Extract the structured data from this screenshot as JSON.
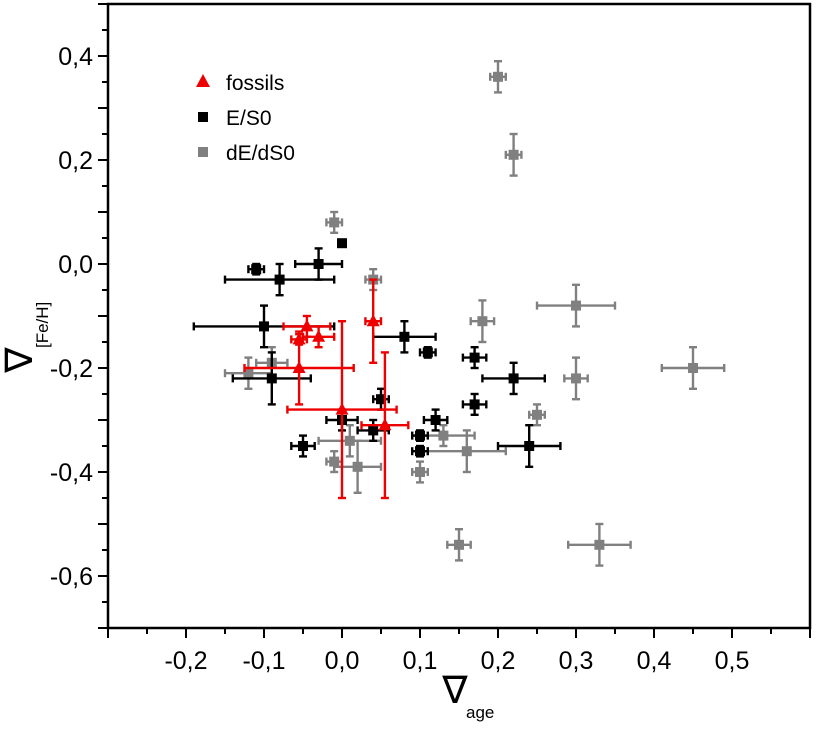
{
  "chart_data": {
    "type": "scatter",
    "title": "",
    "xlabel": {
      "symbol": "∇",
      "subscript": "age"
    },
    "ylabel": {
      "symbol": "∇",
      "subscript": "[Fe/H]"
    },
    "xlim": [
      -0.3,
      0.6
    ],
    "ylim": [
      -0.7,
      0.5
    ],
    "x_ticks": [
      -0.2,
      -0.1,
      0.0,
      0.1,
      0.2,
      0.3,
      0.4,
      0.5
    ],
    "x_tick_labels": [
      "-0,2",
      "-0,1",
      "0,0",
      "0,1",
      "0,2",
      "0,3",
      "0,4",
      "0,5"
    ],
    "y_ticks": [
      0.4,
      0.2,
      0.0,
      -0.2,
      -0.4,
      -0.6
    ],
    "y_tick_labels": [
      "0,4",
      "0,2",
      "0,0",
      "-0,2",
      "-0,4",
      "-0,6"
    ],
    "grid": false,
    "legend_position": "top-left",
    "series": [
      {
        "name": "dE/dS0",
        "marker": "square",
        "color": "#808080",
        "points": [
          {
            "x": 0.2,
            "y": 0.36,
            "xerr": 0.01,
            "yerr": 0.03
          },
          {
            "x": 0.22,
            "y": 0.21,
            "xerr": 0.01,
            "yerr": 0.04
          },
          {
            "x": -0.01,
            "y": 0.08,
            "xerr": 0.01,
            "yerr": 0.02
          },
          {
            "x": 0.04,
            "y": -0.03,
            "xerr": 0.01,
            "yerr": 0.02
          },
          {
            "x": 0.18,
            "y": -0.11,
            "xerr": 0.015,
            "yerr": 0.04
          },
          {
            "x": 0.3,
            "y": -0.08,
            "xerr": 0.05,
            "yerr": 0.04
          },
          {
            "x": -0.09,
            "y": -0.19,
            "xerr": 0.02,
            "yerr": 0.03
          },
          {
            "x": -0.12,
            "y": -0.21,
            "xerr": 0.03,
            "yerr": 0.03
          },
          {
            "x": 0.3,
            "y": -0.22,
            "xerr": 0.015,
            "yerr": 0.04
          },
          {
            "x": 0.45,
            "y": -0.2,
            "xerr": 0.04,
            "yerr": 0.04
          },
          {
            "x": 0.25,
            "y": -0.29,
            "xerr": 0.01,
            "yerr": 0.02
          },
          {
            "x": 0.13,
            "y": -0.33,
            "xerr": 0.04,
            "yerr": 0.02
          },
          {
            "x": 0.01,
            "y": -0.34,
            "xerr": 0.04,
            "yerr": 0.03
          },
          {
            "x": 0.16,
            "y": -0.36,
            "xerr": 0.05,
            "yerr": 0.04
          },
          {
            "x": -0.01,
            "y": -0.38,
            "xerr": 0.01,
            "yerr": 0.02
          },
          {
            "x": 0.02,
            "y": -0.39,
            "xerr": 0.03,
            "yerr": 0.05
          },
          {
            "x": 0.1,
            "y": -0.4,
            "xerr": 0.01,
            "yerr": 0.02
          },
          {
            "x": 0.15,
            "y": -0.54,
            "xerr": 0.015,
            "yerr": 0.03
          },
          {
            "x": 0.33,
            "y": -0.54,
            "xerr": 0.04,
            "yerr": 0.04
          }
        ]
      },
      {
        "name": "E/S0",
        "marker": "square",
        "color": "#000000",
        "points": [
          {
            "x": -0.11,
            "y": -0.01,
            "xerr": 0.01,
            "yerr": 0.01
          },
          {
            "x": -0.03,
            "y": 0.0,
            "xerr": 0.03,
            "yerr": 0.03
          },
          {
            "x": 0.0,
            "y": 0.04,
            "xerr": 0.0,
            "yerr": 0.0
          },
          {
            "x": -0.08,
            "y": -0.03,
            "xerr": 0.07,
            "yerr": 0.03
          },
          {
            "x": -0.1,
            "y": -0.12,
            "xerr": 0.09,
            "yerr": 0.04
          },
          {
            "x": 0.08,
            "y": -0.14,
            "xerr": 0.04,
            "yerr": 0.03
          },
          {
            "x": 0.11,
            "y": -0.17,
            "xerr": 0.01,
            "yerr": 0.01
          },
          {
            "x": 0.17,
            "y": -0.18,
            "xerr": 0.015,
            "yerr": 0.02
          },
          {
            "x": 0.22,
            "y": -0.22,
            "xerr": 0.04,
            "yerr": 0.03
          },
          {
            "x": -0.09,
            "y": -0.22,
            "xerr": 0.05,
            "yerr": 0.05
          },
          {
            "x": 0.05,
            "y": -0.26,
            "xerr": 0.01,
            "yerr": 0.02
          },
          {
            "x": 0.17,
            "y": -0.27,
            "xerr": 0.015,
            "yerr": 0.02
          },
          {
            "x": 0.12,
            "y": -0.3,
            "xerr": 0.015,
            "yerr": 0.02
          },
          {
            "x": 0.0,
            "y": -0.3,
            "xerr": 0.02,
            "yerr": 0.02
          },
          {
            "x": 0.04,
            "y": -0.32,
            "xerr": 0.02,
            "yerr": 0.02
          },
          {
            "x": 0.1,
            "y": -0.33,
            "xerr": 0.01,
            "yerr": 0.01
          },
          {
            "x": 0.1,
            "y": -0.36,
            "xerr": 0.01,
            "yerr": 0.01
          },
          {
            "x": -0.05,
            "y": -0.35,
            "xerr": 0.015,
            "yerr": 0.02
          },
          {
            "x": 0.24,
            "y": -0.35,
            "xerr": 0.04,
            "yerr": 0.04
          }
        ]
      },
      {
        "name": "fossils",
        "marker": "triangle",
        "color": "#ee0000",
        "points": [
          {
            "x": 0.04,
            "y": -0.11,
            "xerr": 0.01,
            "yerr": 0.08
          },
          {
            "x": -0.045,
            "y": -0.12,
            "xerr": 0.03,
            "yerr": 0.02
          },
          {
            "x": -0.03,
            "y": -0.14,
            "xerr": 0.02,
            "yerr": 0.02
          },
          {
            "x": -0.055,
            "y": -0.145,
            "xerr": 0.01,
            "yerr": 0.01
          },
          {
            "x": -0.055,
            "y": -0.2,
            "xerr": 0.07,
            "yerr": 0.07
          },
          {
            "x": 0.0,
            "y": -0.28,
            "xerr": 0.07,
            "yerr": 0.17
          },
          {
            "x": 0.055,
            "y": -0.31,
            "xerr": 0.03,
            "yerr": 0.14
          }
        ]
      }
    ]
  }
}
